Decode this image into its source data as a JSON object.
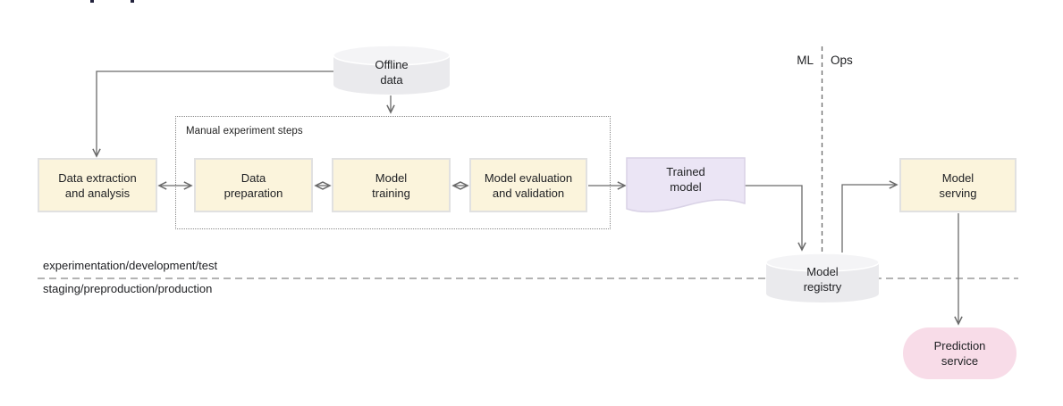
{
  "nodes": {
    "offline_data": {
      "label": "Offline\ndata",
      "shape": "cylinder"
    },
    "data_extraction": {
      "label": "Data extraction\nand analysis",
      "shape": "process-box"
    },
    "data_preparation": {
      "label": "Data\npreparation",
      "shape": "process-box"
    },
    "model_training": {
      "label": "Model\ntraining",
      "shape": "process-box"
    },
    "model_evaluation": {
      "label": "Model evaluation\nand validation",
      "shape": "process-box"
    },
    "trained_model": {
      "label": "Trained\nmodel",
      "shape": "document"
    },
    "model_registry": {
      "label": "Model\nregistry",
      "shape": "cylinder"
    },
    "model_serving": {
      "label": "Model\nserving",
      "shape": "process-box"
    },
    "prediction_service": {
      "label": "Prediction\nservice",
      "shape": "rounded-pill"
    }
  },
  "groups": {
    "manual_steps": {
      "label": "Manual experiment steps"
    }
  },
  "dividers": {
    "ml_ops": {
      "left_label": "ML",
      "right_label": "Ops"
    },
    "environments": {
      "above_label": "experimentation/development/test",
      "below_label": "staging/preproduction/production"
    }
  },
  "colors": {
    "background": "#FFFFFF",
    "text": "#202124",
    "process_fill": "#FBF4DC",
    "process_border": "#E1E1E1",
    "artifact_fill": "#EBE5F5",
    "artifact_border": "#D9D2E6",
    "service_fill": "#F8DCE8",
    "datastore_fill": "#EAEAED",
    "datastore_top": "#F4F4F6",
    "line": "#6B6B6B",
    "dashed_line": "#9A9A9A"
  }
}
